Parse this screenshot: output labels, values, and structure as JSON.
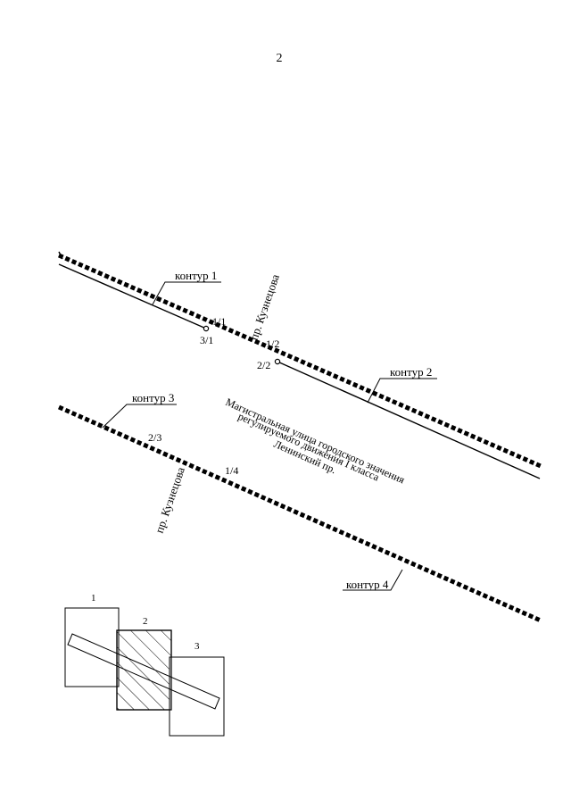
{
  "page_number": "2",
  "labels": {
    "kontur1": "контур 1",
    "kontur2": "контур 2",
    "kontur3": "контур 3",
    "kontur4": "контур 4",
    "pt_1_1": "1/1",
    "pt_3_1": "3/1",
    "pt_1_2": "1/2",
    "pt_2_2": "2/2",
    "pt_2_3": "2/3",
    "pt_1_4": "1/4",
    "street_kuznetsova_top": "пр. Кузнецова",
    "street_kuznetsova_bottom": "пр. Кузнецова",
    "road_class_line1": "Магистральная улица городского значения",
    "road_class_line2": "регулируемого движения I класса",
    "leninsky": "Ленинский пр."
  },
  "legend": {
    "sheet1": "1",
    "sheet2": "2",
    "sheet3": "3"
  },
  "colors": {
    "ink": "#000000",
    "paper": "#ffffff"
  }
}
